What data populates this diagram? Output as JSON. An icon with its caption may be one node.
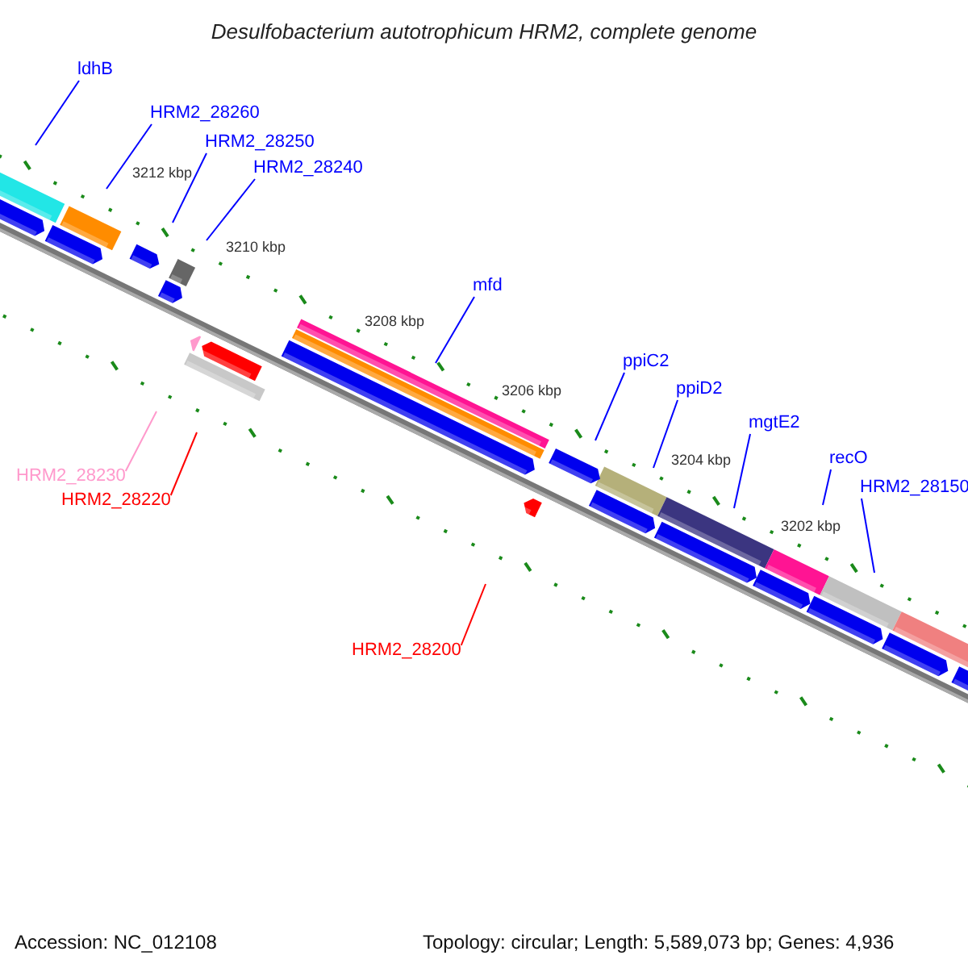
{
  "diagram": {
    "title": "Desulfobacterium autotrophicum HRM2, complete genome",
    "nodes": [
      {
        "text": [
          "ldhB"
        ]
      },
      {
        "text": [
          "HRM2_28260"
        ]
      },
      {
        "text": [
          "HRM2_28250"
        ]
      },
      {
        "text": [
          "HRM2_28240"
        ]
      },
      {
        "text": [
          "mfd"
        ]
      },
      {
        "text": [
          "ppiC2"
        ]
      },
      {
        "text": [
          "ppiD2"
        ]
      },
      {
        "text": [
          "mgtE2"
        ]
      },
      {
        "text": [
          "recO"
        ]
      },
      {
        "text": [
          "HRM2_28150"
        ]
      },
      {
        "text": [
          "HRM2_28230"
        ]
      },
      {
        "text": [
          "HRM2_28220"
        ]
      },
      {
        "text": [
          "HRM2_28200"
        ]
      }
    ],
    "edges": [
      {
        "from": 0,
        "to": null,
        "arrow": "none"
      },
      {
        "from": 1,
        "to": null,
        "arrow": "none"
      },
      {
        "from": 2,
        "to": null,
        "arrow": "none"
      },
      {
        "from": 3,
        "to": null,
        "arrow": "none"
      },
      {
        "from": 4,
        "to": null,
        "arrow": "none"
      },
      {
        "from": 5,
        "to": null,
        "arrow": "none"
      },
      {
        "from": 6,
        "to": null,
        "arrow": "none"
      },
      {
        "from": 7,
        "to": null,
        "arrow": "none"
      },
      {
        "from": 8,
        "to": null,
        "arrow": "none"
      },
      {
        "from": 9,
        "to": null,
        "arrow": "none"
      },
      {
        "from": 10,
        "to": null,
        "arrow": "none",
        "color": "#ff99cc"
      },
      {
        "from": 11,
        "to": null,
        "arrow": "none",
        "color": "#ff0000"
      },
      {
        "from": 12,
        "to": null,
        "arrow": "none",
        "color": "#ff0000"
      }
    ],
    "labels": [
      "3212 kbp",
      "3210 kbp",
      "3208 kbp",
      "3206 kbp",
      "3204 kbp",
      "3202 kbp",
      "Accession: NC_012108",
      "Topology: circular; Length: 5,589,073 bp; Genes: 4,936"
    ]
  }
}
